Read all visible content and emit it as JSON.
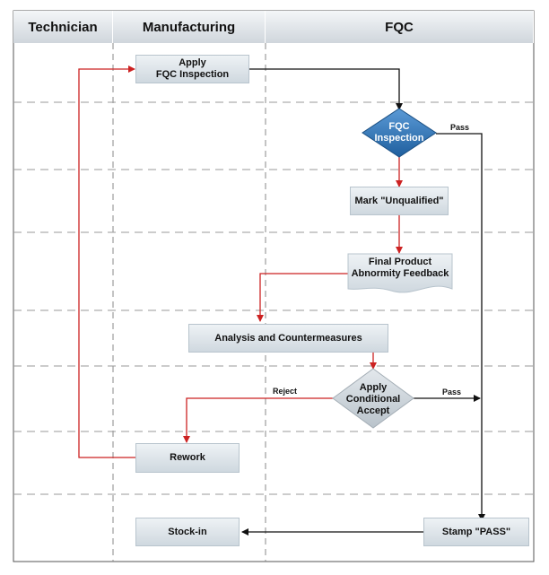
{
  "lanes": {
    "technician": "Technician",
    "manufacturing": "Manufacturing",
    "fqc": "FQC"
  },
  "nodes": {
    "apply_fqc": "Apply\nFQC Inspection",
    "fqc_inspection": "FQC\nInspection",
    "mark_unqualified": "Mark \"Unqualified\"",
    "final_product_feedback": "Final Product\nAbnormity Feedback",
    "analysis": "Analysis and Countermeasures",
    "apply_conditional_accept": "Apply\nConditional\nAccept",
    "rework": "Rework",
    "stock_in": "Stock-in",
    "stamp_pass": "Stamp  \"PASS\""
  },
  "edge_labels": {
    "pass_top": "Pass",
    "pass_mid": "Pass",
    "reject": "Reject"
  },
  "colors": {
    "flow_red": "#cc2222",
    "flow_black": "#111111",
    "diamond_blue": "#2a6fb0",
    "diamond_grey": "#c9d1d8"
  }
}
